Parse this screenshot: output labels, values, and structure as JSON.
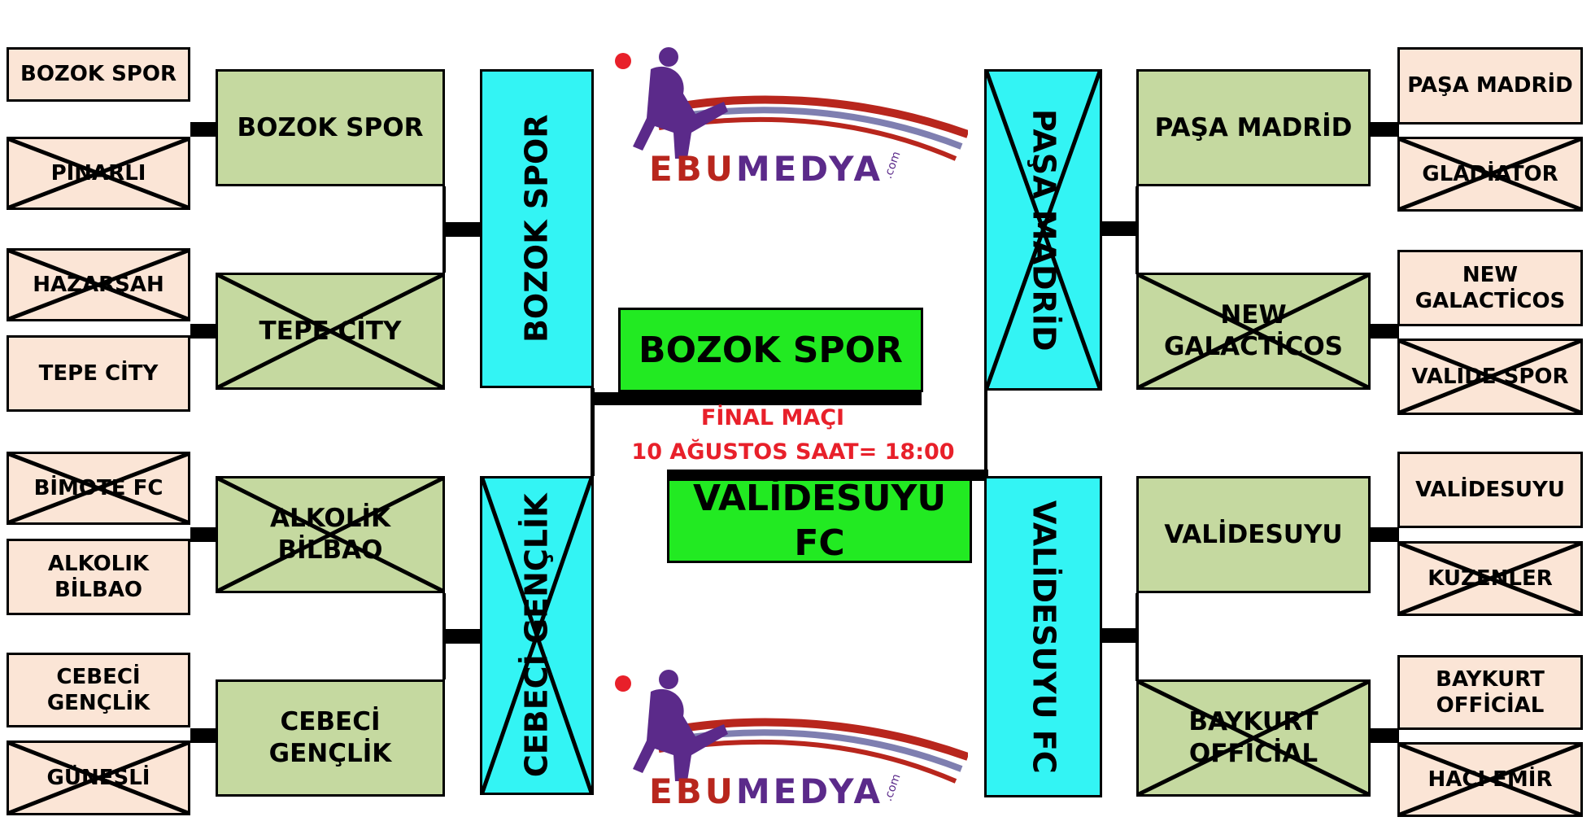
{
  "left": {
    "round1": [
      {
        "label": "BOZOK SPOR",
        "eliminated": false
      },
      {
        "label": "PINARLI",
        "eliminated": true
      },
      {
        "label": "HAZARŞAH",
        "eliminated": true
      },
      {
        "label": "TEPE CİTY",
        "eliminated": false
      },
      {
        "label": "BİMOTE FC",
        "eliminated": true
      },
      {
        "label": "ALKOLIK\nBİLBAO",
        "eliminated": false
      },
      {
        "label": "CEBECİ\nGENÇLİK",
        "eliminated": false
      },
      {
        "label": "GÜNEŞLİ",
        "eliminated": true
      }
    ],
    "round2": [
      {
        "label": "BOZOK SPOR",
        "eliminated": false
      },
      {
        "label": "TEPE CİTY",
        "eliminated": true
      },
      {
        "label": "ALKOLİK\nBİLBAO",
        "eliminated": true
      },
      {
        "label": "CEBECİ\nGENÇLİK",
        "eliminated": false
      }
    ],
    "round3": [
      {
        "label": "BOZOK SPOR",
        "eliminated": false
      },
      {
        "label": "CEBECİ GENÇLİK",
        "eliminated": true
      }
    ]
  },
  "right": {
    "round1": [
      {
        "label": "PAŞA MADRİD",
        "eliminated": false
      },
      {
        "label": "GLADİATOR",
        "eliminated": true
      },
      {
        "label": "NEW\nGALACTİCOS",
        "eliminated": false
      },
      {
        "label": "VALİDE SPOR",
        "eliminated": true
      },
      {
        "label": "VALİDESUYU",
        "eliminated": false
      },
      {
        "label": "KUZENLER",
        "eliminated": true
      },
      {
        "label": "BAYKURT\nOFFİCİAL",
        "eliminated": false
      },
      {
        "label": "HACI EMİR",
        "eliminated": true
      }
    ],
    "round2": [
      {
        "label": "PAŞA MADRİD",
        "eliminated": false
      },
      {
        "label": "NEW\nGALACTİCOS",
        "eliminated": true
      },
      {
        "label": "VALİDESUYU",
        "eliminated": false
      },
      {
        "label": "BAYKURT\nOFFİCİAL",
        "eliminated": true
      }
    ],
    "round3": [
      {
        "label": "PAŞA MADRİD",
        "eliminated": true
      },
      {
        "label": "VALİDESUYU FC",
        "eliminated": false
      }
    ]
  },
  "final": {
    "team1": "BOZOK SPOR",
    "team2": "VALİDESUYU FC",
    "title": "FİNAL MAÇI",
    "schedule": "10 AĞUSTOS SAAT= 18:00"
  },
  "logo": {
    "part1": "EBU",
    "part2": "MEDYA",
    "suffix": ".com"
  },
  "colors": {
    "round1": "#fbe5d6",
    "round2": "#c5d9a0",
    "round3": "#33f4f4",
    "final": "#22ea22",
    "note": "#e8202a"
  }
}
